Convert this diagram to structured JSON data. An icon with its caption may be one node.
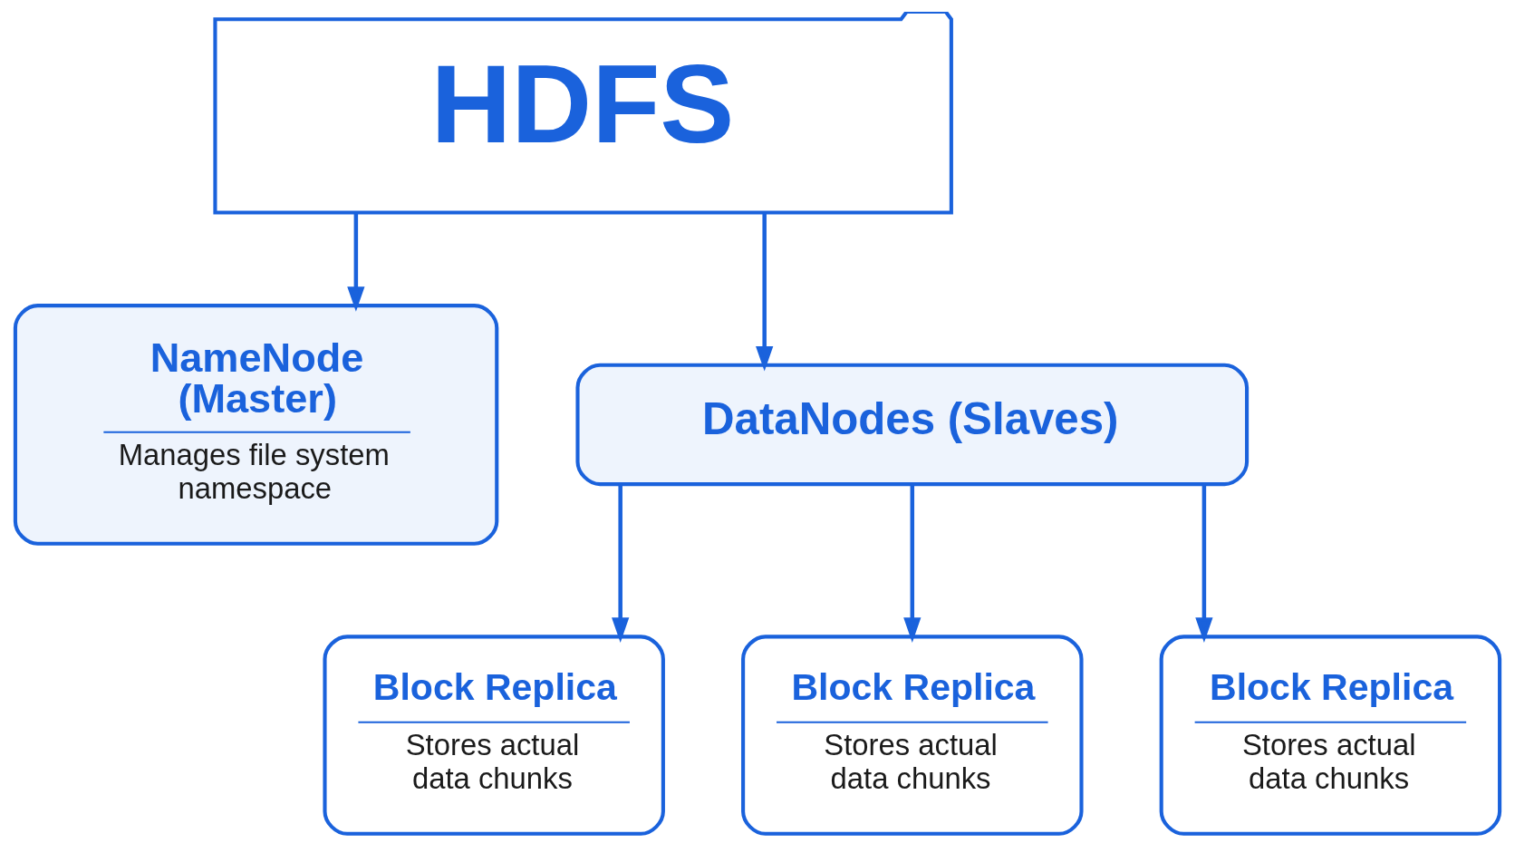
{
  "diagram": {
    "nodes": [
      {
        "text": [
          "HDFS"
        ]
      },
      {
        "text": [
          "NameNode (Master)",
          "Manages file system namespace"
        ]
      },
      {
        "text": [
          "DataNodes (Slaves)"
        ]
      },
      {
        "text": [
          "Block Replica",
          "Stores actual data chunks"
        ]
      },
      {
        "text": [
          "Block Replica",
          "Stores actual data chunks"
        ]
      },
      {
        "text": [
          "Block Replica",
          "Stores actual data chunks"
        ]
      }
    ],
    "edges": [
      {
        "from": 0,
        "to": 1,
        "arrow": "to"
      },
      {
        "from": 0,
        "to": 2,
        "arrow": "to"
      },
      {
        "from": 2,
        "to": 3,
        "arrow": "to"
      },
      {
        "from": 2,
        "to": 4,
        "arrow": "to"
      },
      {
        "from": 2,
        "to": 5,
        "arrow": "to"
      }
    ]
  }
}
